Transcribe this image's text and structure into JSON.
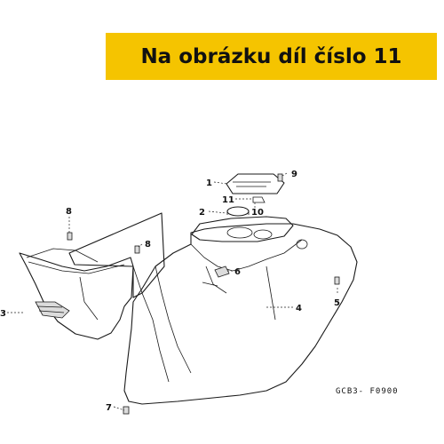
{
  "banner": {
    "text": "Na obrázku díl číslo 11",
    "color": "#f5c400"
  },
  "diagram": {
    "code": "GCB3- F0900",
    "callouts": {
      "c1": "1",
      "c2": "2",
      "c3": "3",
      "c4": "4",
      "c5": "5",
      "c6": "6",
      "c7": "7",
      "c8a": "8",
      "c8b": "8",
      "c9": "9",
      "c10": "10",
      "c11": "11"
    }
  }
}
